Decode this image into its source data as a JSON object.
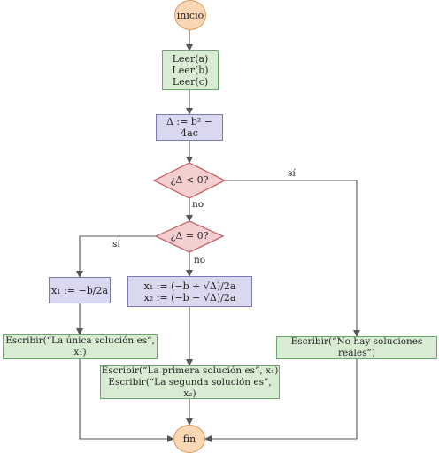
{
  "start": "inicio",
  "read": [
    "Leer(a)",
    "Leer(b)",
    "Leer(c)"
  ],
  "delta": "Δ := b² − 4ac",
  "cond1": "¿Δ < 0?",
  "cond1_yes": "sí",
  "cond1_no": "no",
  "cond2": "¿Δ = 0?",
  "cond2_yes": "sí",
  "cond2_no": "no",
  "x_single": "x₁ := −b/2a",
  "x_pair": [
    "x₁ := (−b + √Δ)/2a",
    "x₂ := (−b − √Δ)/2a"
  ],
  "write_single": "Escribir(“La única solución es”, x₁)",
  "write_none": "Escribir(“No hay soluciones reales”)",
  "write_pair": [
    "Escribir(“La primera solución es”, x₁)",
    "Escribir(“La segunda solución es”, x₂)"
  ],
  "end": "fin",
  "colors": {
    "io_fill": "#d8ecd3",
    "io_stroke": "#69a86a",
    "proc_fill": "#d9d8ee",
    "proc_stroke": "#7a78b6",
    "decision_fill": "#f4cfd0",
    "decision_stroke": "#c0676c",
    "terminal_fill": "#f9d6b4",
    "terminal_stroke": "#d99a5f",
    "arrow": "#555555"
  }
}
